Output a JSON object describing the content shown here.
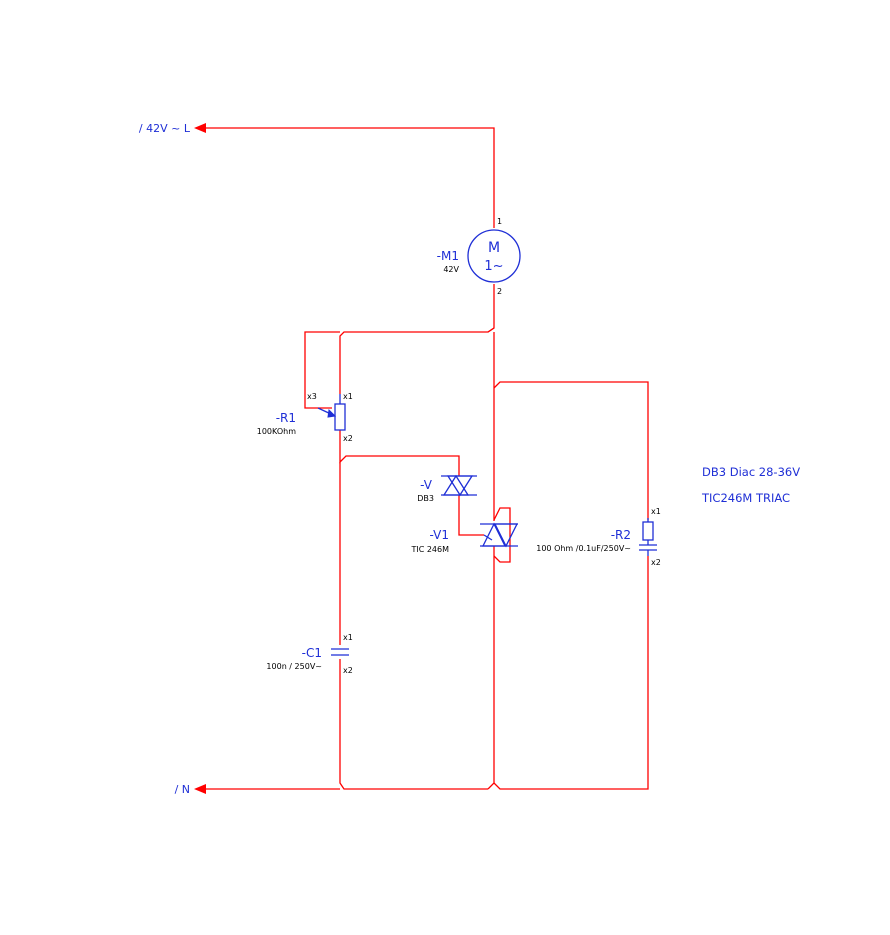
{
  "nets": {
    "line": "/ 42V ~ L",
    "neutral": "/ N"
  },
  "components": {
    "motor": {
      "ref": "-M1",
      "value": "42V",
      "symbol_top": "M",
      "symbol_bottom": "1~",
      "pin1": "1",
      "pin2": "2"
    },
    "pot": {
      "ref": "-R1",
      "value": "100KOhm",
      "pin_x1": "x1",
      "pin_x2": "x2",
      "pin_x3": "x3"
    },
    "diac": {
      "ref": "-V",
      "value": "DB3"
    },
    "triac": {
      "ref": "-V1",
      "value": "TIC 246M"
    },
    "snubber": {
      "ref": "-R2",
      "value": "100 Ohm /0.1uF/250V~",
      "pin_x1": "x1",
      "pin_x2": "x2"
    },
    "cap": {
      "ref": "-C1",
      "value": "100n / 250V~",
      "pin_x1": "x1",
      "pin_x2": "x2"
    }
  },
  "notes": {
    "line1": "DB3 Diac 28-36V",
    "line2": "TIC246M TRIAC"
  },
  "colors": {
    "wire": "#ff0000",
    "symbol": "#1f2fd6",
    "text": "#000000"
  }
}
